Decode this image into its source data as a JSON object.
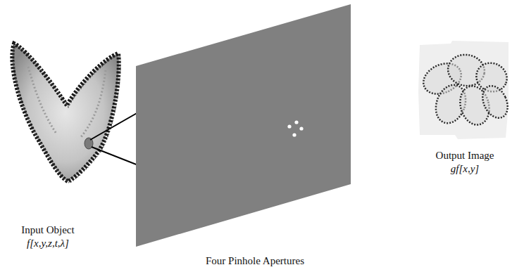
{
  "diagram": {
    "labels": [
      "Input Object",
      "f[x,y,z,t,λ]",
      "Four Pinhole Apertures",
      "Output Image",
      "gf[x,y]"
    ]
  }
}
